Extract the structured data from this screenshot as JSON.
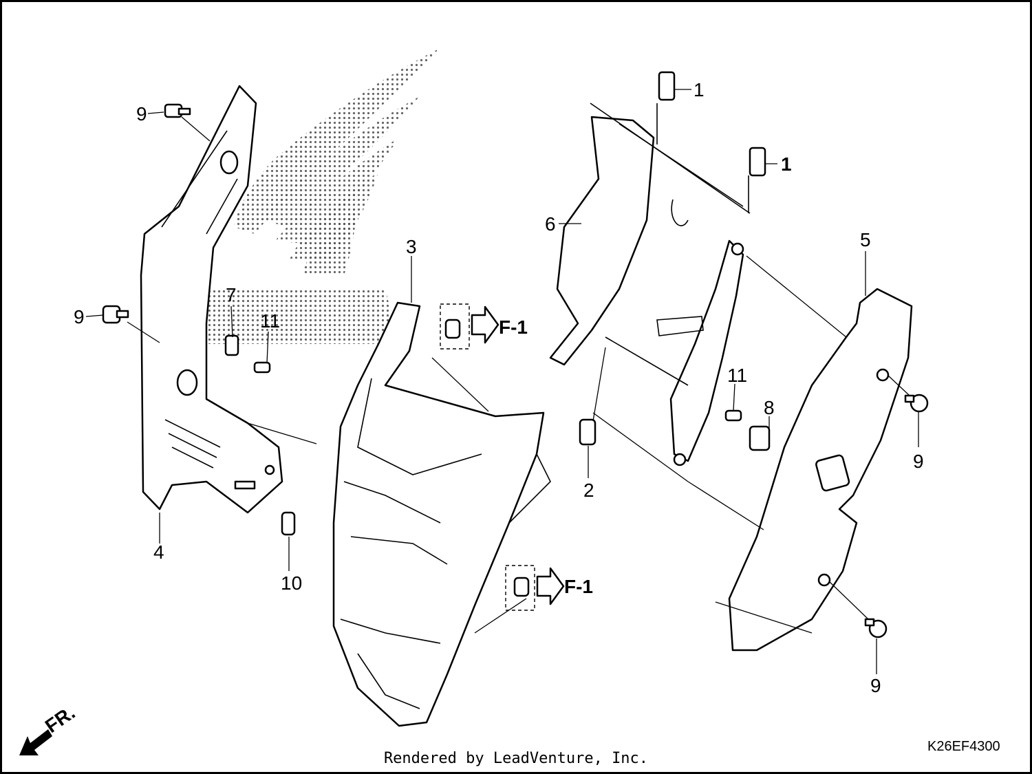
{
  "callouts": {
    "c1a": "1",
    "c1b": "1",
    "c2": "2",
    "c3": "3",
    "c4": "4",
    "c5": "5",
    "c6": "6",
    "c7": "7",
    "c8": "8",
    "c9a": "9",
    "c9b": "9",
    "c9c": "9",
    "c9d": "9",
    "c10": "10",
    "c11a": "11",
    "c11b": "11"
  },
  "references": {
    "f1a": "F-1",
    "f1b": "F-1"
  },
  "direction_label": "FR.",
  "drawing_code": "K26EF4300",
  "footer": "Rendered by LeadVenture, Inc.",
  "colors": {
    "ink": "#000000",
    "background": "#ffffff",
    "logo_dots": "#555555"
  }
}
